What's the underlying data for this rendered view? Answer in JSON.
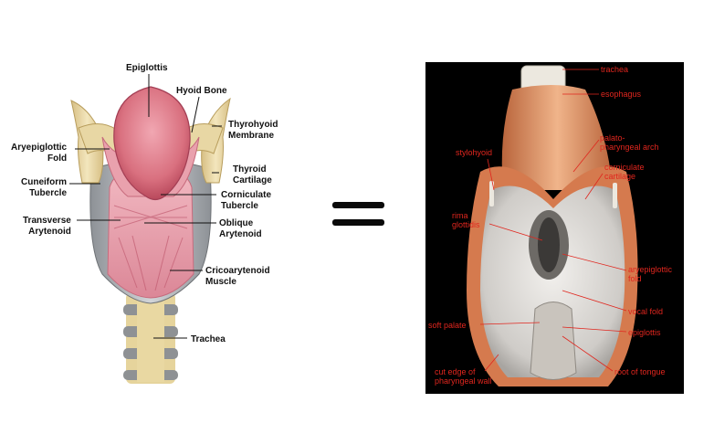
{
  "left_diagram": {
    "labels": {
      "epiglottis": "Epiglottis",
      "hyoid_bone": "Hyoid Bone",
      "thyrohyoid_membrane": "Thyrohyoid\nMembrane",
      "aryepiglottic_fold": "Aryepiglottic\nFold",
      "thyroid_cartilage": "Thyroid\nCartilage",
      "cuneiform_tubercle": "Cuneiform\nTubercle",
      "corniculate_tubercle": "Corniculate\nTubercle",
      "transverse_arytenoid": "Transverse\nArytenoid",
      "oblique_arytenoid": "Oblique\nArytenoid",
      "cricoarytenoid_muscle": "Cricoarytenoid\nMuscle",
      "trachea": "Trachea"
    }
  },
  "right_diagram": {
    "labels": {
      "trachea": "trachea",
      "esophagus": "esophagus",
      "stylohyoid": "stylohyoid",
      "palatopharyngeal_arch": "palato-\npharyngeal arch",
      "corniculate_cartilage": "corniculate\ncartilage",
      "rima_glottidis": "rima\nglottidis",
      "aryepiglottic_fold": "aryepiglottic\nfold",
      "vocal_fold": "vocal fold",
      "soft_palate": "soft palate",
      "epiglottis": "epiglottis",
      "cut_edge": "cut edge of\npharyngeal wall",
      "root_of_tongue": "root of tongue"
    }
  },
  "colors": {
    "label_left": "#111111",
    "label_right": "#e0261e",
    "muscle_pink": "#e9a1ad",
    "epiglottis_pink": "#d9707f",
    "cartilage_tan": "#ead9a8",
    "membrane_gray": "#b9bcc0",
    "right_background": "#000000",
    "tissue_orange": "#d98a5c",
    "interior_gray": "#d9d6d2"
  }
}
